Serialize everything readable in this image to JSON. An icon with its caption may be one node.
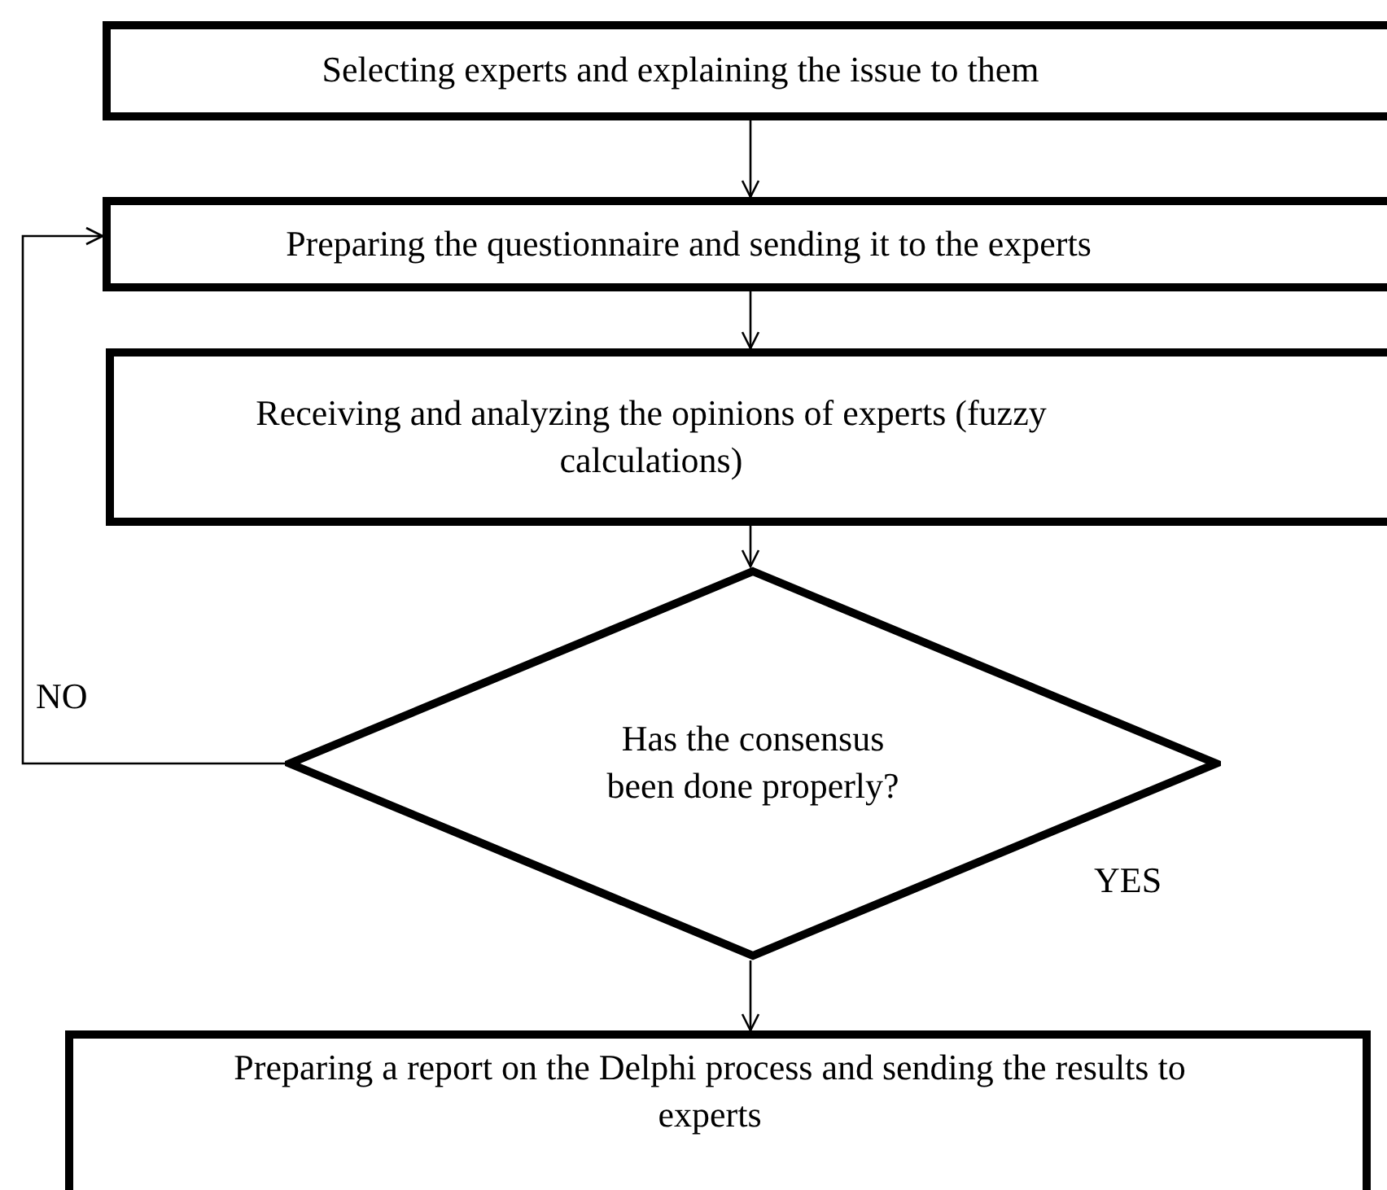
{
  "diagram": {
    "nodes": [
      {
        "text": [
          "Selecting experts and explaining the issue to them"
        ]
      },
      {
        "text": [
          "Preparing the questionnaire and sending it to the experts"
        ]
      },
      {
        "text": [
          "Receiving and analyzing the opinions of experts (fuzzy calculations)"
        ]
      },
      {
        "text": [
          "Has the consensus been done properly?"
        ]
      },
      {
        "text": [
          "Preparing a report on the Delphi process and sending the results to experts"
        ]
      }
    ],
    "edges": [
      {
        "from": 0,
        "to": 1,
        "arrow": "to"
      },
      {
        "from": 1,
        "to": 2,
        "arrow": "to"
      },
      {
        "from": 2,
        "to": 3,
        "arrow": "to"
      },
      {
        "from": 3,
        "to": 4,
        "arrow": "to"
      },
      {
        "from": 3,
        "to": 1,
        "arrow": "to",
        "label": "NO"
      }
    ],
    "labels": [
      "YES"
    ]
  }
}
